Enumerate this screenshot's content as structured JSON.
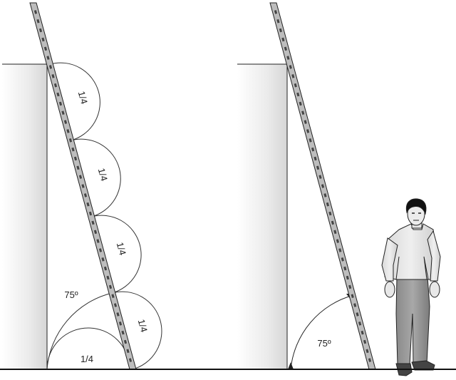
{
  "left_figure": {
    "segment_labels": [
      "1/4",
      "1/4",
      "1/4",
      "1/4"
    ],
    "base_label": "1/4",
    "angle_label": "75º"
  },
  "right_figure": {
    "angle_label": "75º"
  }
}
